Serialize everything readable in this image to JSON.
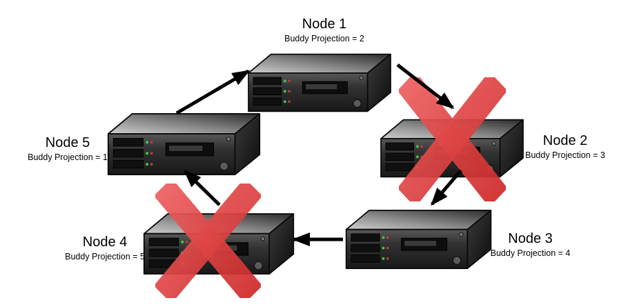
{
  "diagram": {
    "description": "Ring of five servers with buddy projections; two failed nodes marked with red X",
    "nodes": [
      {
        "id": "node-1",
        "title": "Node 1",
        "subtitle": "Buddy Projection = 2",
        "failed": false
      },
      {
        "id": "node-2",
        "title": "Node 2",
        "subtitle": "Buddy Projection = 3",
        "failed": true
      },
      {
        "id": "node-3",
        "title": "Node 3",
        "subtitle": "Buddy Projection = 4",
        "failed": false
      },
      {
        "id": "node-4",
        "title": "Node 4",
        "subtitle": "Buddy Projection = 5",
        "failed": true
      },
      {
        "id": "node-5",
        "title": "Node 5",
        "subtitle": "Buddy Projection = 1",
        "failed": false
      }
    ],
    "edges": [
      {
        "from": "node-5",
        "to": "node-1"
      },
      {
        "from": "node-1",
        "to": "node-2"
      },
      {
        "from": "node-2",
        "to": "node-3"
      },
      {
        "from": "node-3",
        "to": "node-4"
      },
      {
        "from": "node-4",
        "to": "node-5"
      }
    ],
    "colors": {
      "failure_x": "#d93434",
      "arrow": "#000000",
      "server_body": "#1e1e1e",
      "led_green": "#46c24a",
      "led_red": "#c23c3c",
      "background": "#ffffff"
    }
  }
}
